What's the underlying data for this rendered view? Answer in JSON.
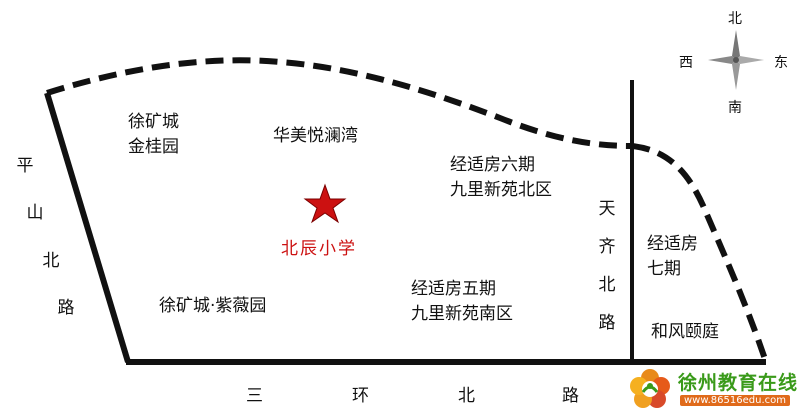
{
  "compass": {
    "north": "北",
    "south": "南",
    "east": "东",
    "west": "西"
  },
  "school": {
    "name": "北辰小学",
    "color": "#cc1111"
  },
  "districts": {
    "xukuang_jingui": [
      "徐矿城",
      "金桂园"
    ],
    "huamei": [
      "华美悦澜湾"
    ],
    "jingshi_six": [
      "经适房六期",
      "九里新苑北区"
    ],
    "xukuang_ziwei": [
      "徐矿城·紫薇园"
    ],
    "jingshi_five": [
      "经适房五期",
      "九里新苑南区"
    ],
    "jingshi_seven": [
      "经适房",
      "七期"
    ],
    "hefeng": [
      "和风颐庭"
    ]
  },
  "roads": {
    "pingshan_north": [
      "平",
      "山",
      "北",
      "路"
    ],
    "tianqi_north": [
      "天",
      "齐",
      "北",
      "路"
    ],
    "third_ring_north": [
      "三",
      "环",
      "北",
      "路"
    ]
  },
  "logo": {
    "title": "徐州教育在线",
    "url": "www.86516edu.com",
    "icon": "flower-logo-icon"
  }
}
